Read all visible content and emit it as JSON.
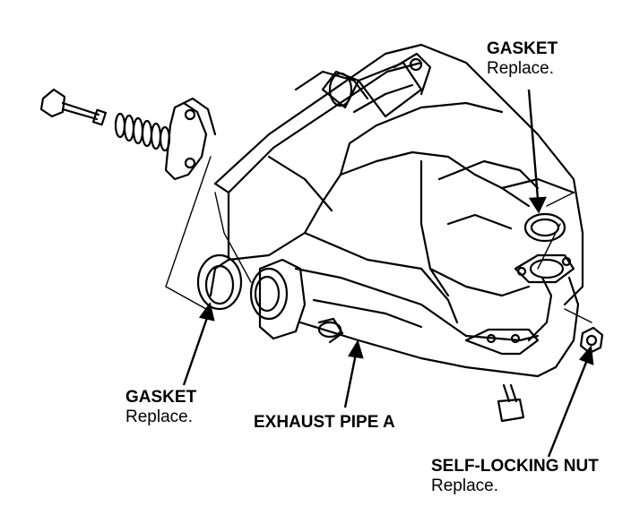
{
  "diagram": {
    "callouts": {
      "gasket_top": {
        "title": "GASKET",
        "note": "Replace."
      },
      "gasket_left": {
        "title": "GASKET",
        "note": "Replace."
      },
      "exhaust_pipe": {
        "title": "EXHAUST PIPE A"
      },
      "self_locking_nut": {
        "title": "SELF-LOCKING NUT",
        "note": "Replace."
      }
    }
  },
  "colors": {
    "ink": "#000000",
    "paper": "#ffffff"
  }
}
